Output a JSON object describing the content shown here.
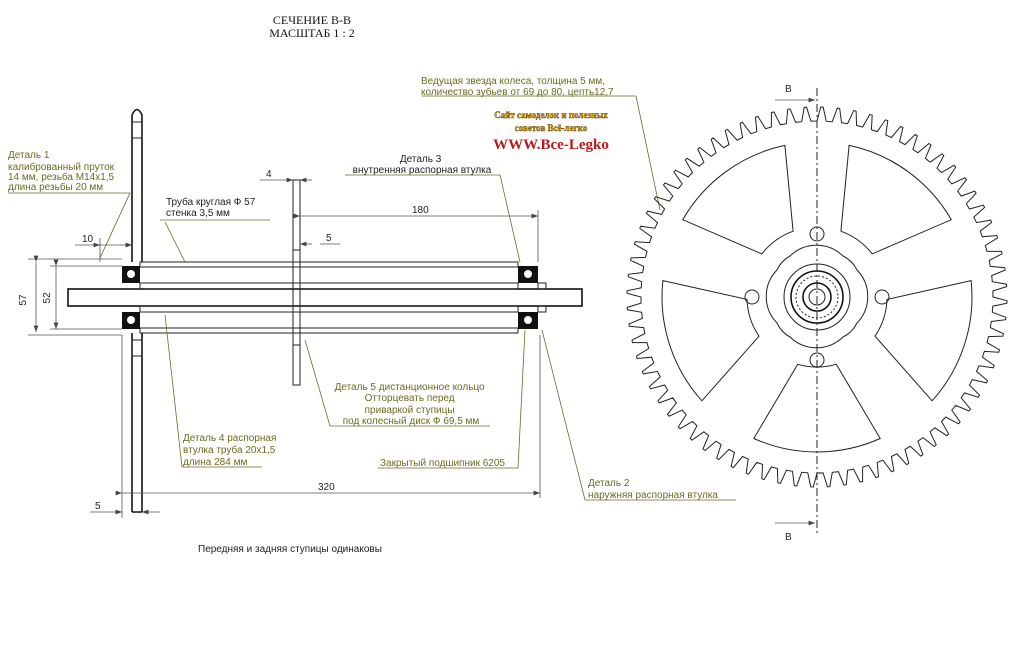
{
  "title": {
    "line1": "СЕЧЕНИЕ В-В",
    "line2": "МАСШТАБ 1 : 2"
  },
  "watermark": {
    "line1": "Сайт самоделок и полезных",
    "line2": "советов Всё-легко",
    "line3": "WWW.Bce-Legko"
  },
  "labels": {
    "detail1": [
      "Деталь 1",
      "калиброванный пруток",
      " 14 мм, резьба М14х1,5",
      "длина резьбы 20 мм"
    ],
    "tube": [
      "Труба круглая Ф 57",
      "стенка 3,5 мм"
    ],
    "detail3": [
      "Деталь 3",
      "внутренняя распорная втулка"
    ],
    "sprocket": [
      "Ведущая звезда колеса, толщина 5 мм,",
      "количество зубьев от 69 до 80, цепть12,7"
    ],
    "detail5": [
      "Деталь 5 дистанционное кольцо",
      "Отторцевать перед",
      "приваркой ступицы",
      "под колесный диск Ф 69,5 мм"
    ],
    "detail4": [
      "Деталь 4 распорная",
      "втулка труба 20х1,5",
      "длина 284 мм"
    ],
    "bearing": "Закрытый подшипник 6205",
    "detail2": [
      "Деталь 2",
      "наружняя распорная  втулка"
    ],
    "note": "Передняя и задняя ступицы одинаковы"
  },
  "dimensions": {
    "d57": "57",
    "d52": "52",
    "d10": "10",
    "d4": "4",
    "d180": "180",
    "d5a": "5",
    "d320": "320",
    "d5b": "5"
  },
  "section_marks": {
    "top": "B",
    "bottom": "B"
  },
  "sprocket_teeth": 72
}
